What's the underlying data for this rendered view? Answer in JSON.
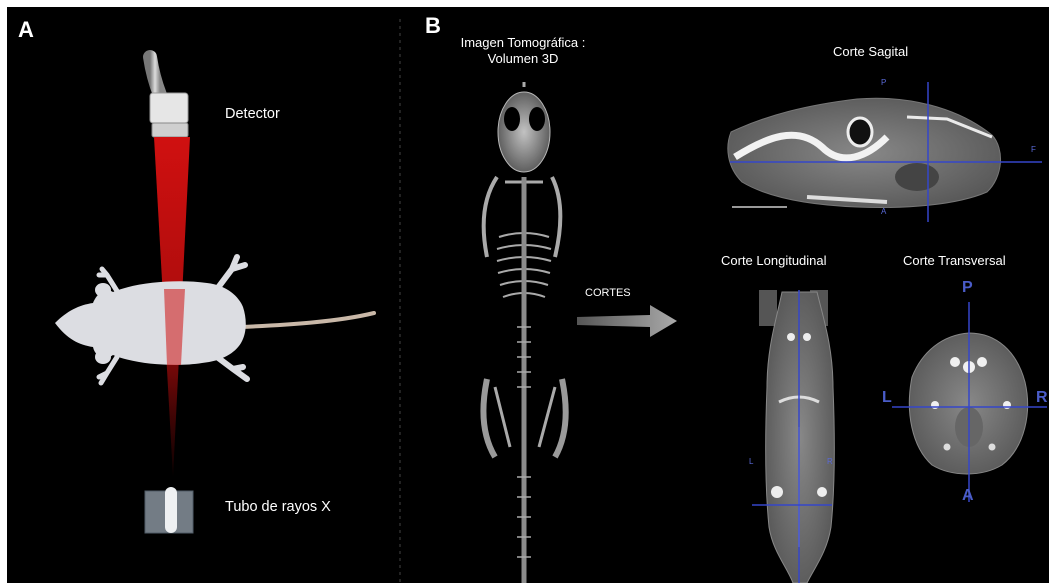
{
  "panels": {
    "a": {
      "letter": "A",
      "detector_label": "Detector",
      "tube_label": "Tubo de rayos X"
    },
    "b": {
      "letter": "B",
      "volume_title": "Imagen Tomográfica :\nVolumen 3D",
      "arrow_label": "CORTES",
      "sagittal_title": "Corte Sagital",
      "longitudinal_title": "Corte Longitudinal",
      "transversal_title": "Corte Transversal",
      "sagittal_markers": {
        "top": "P",
        "bottom": "A",
        "right": "F"
      },
      "longitudinal_markers": {
        "left": "L",
        "right": "R"
      },
      "transversal_markers": {
        "top": "P",
        "bottom": "A",
        "left": "L",
        "right": "R"
      }
    }
  },
  "colors": {
    "background": "#000000",
    "xray_beam": "#d01010",
    "mouse_body": "#dcdde2",
    "mouse_tail": "#c9b8a8",
    "crosshair": "#3546c9",
    "arrow": "#9a9a9a"
  }
}
